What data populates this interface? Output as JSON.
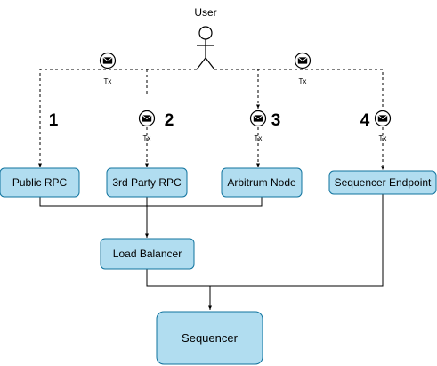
{
  "actor": {
    "label": "User"
  },
  "nodes": {
    "public_rpc": "Public RPC",
    "third_party_rpc": "3rd Party RPC",
    "arbitrum_node": "Arbitrum Node",
    "sequencer_endpoint": "Sequencer Endpoint",
    "load_balancer": "Load Balancer",
    "sequencer": "Sequencer"
  },
  "transactions": {
    "label": "Tx",
    "icon": "envelope-icon"
  },
  "steps": [
    "1",
    "2",
    "3",
    "4"
  ],
  "colors": {
    "box_fill": "#b1ddf0",
    "box_stroke": "#10739e",
    "line": "#000000"
  }
}
